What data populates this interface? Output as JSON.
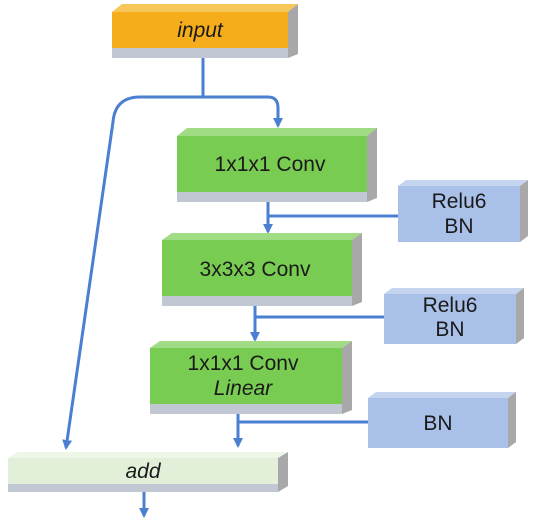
{
  "colors": {
    "input": "#f5ad1b",
    "conv": "#78cc52",
    "side": "#a9c0e8",
    "add": "#e2efd9",
    "arrow": "#4a7fd1",
    "text": "#1a1a1a"
  },
  "diagram": {
    "input_label": "input",
    "conv1_label": "1x1x1 Conv",
    "side1_line1": "Relu6",
    "side1_line2": "BN",
    "conv2_label": "3x3x3 Conv",
    "side2_line1": "Relu6",
    "side2_line2": "BN",
    "conv3_line1": "1x1x1 Conv",
    "conv3_line2": "Linear",
    "side3_label": "BN",
    "add_label": "add"
  }
}
